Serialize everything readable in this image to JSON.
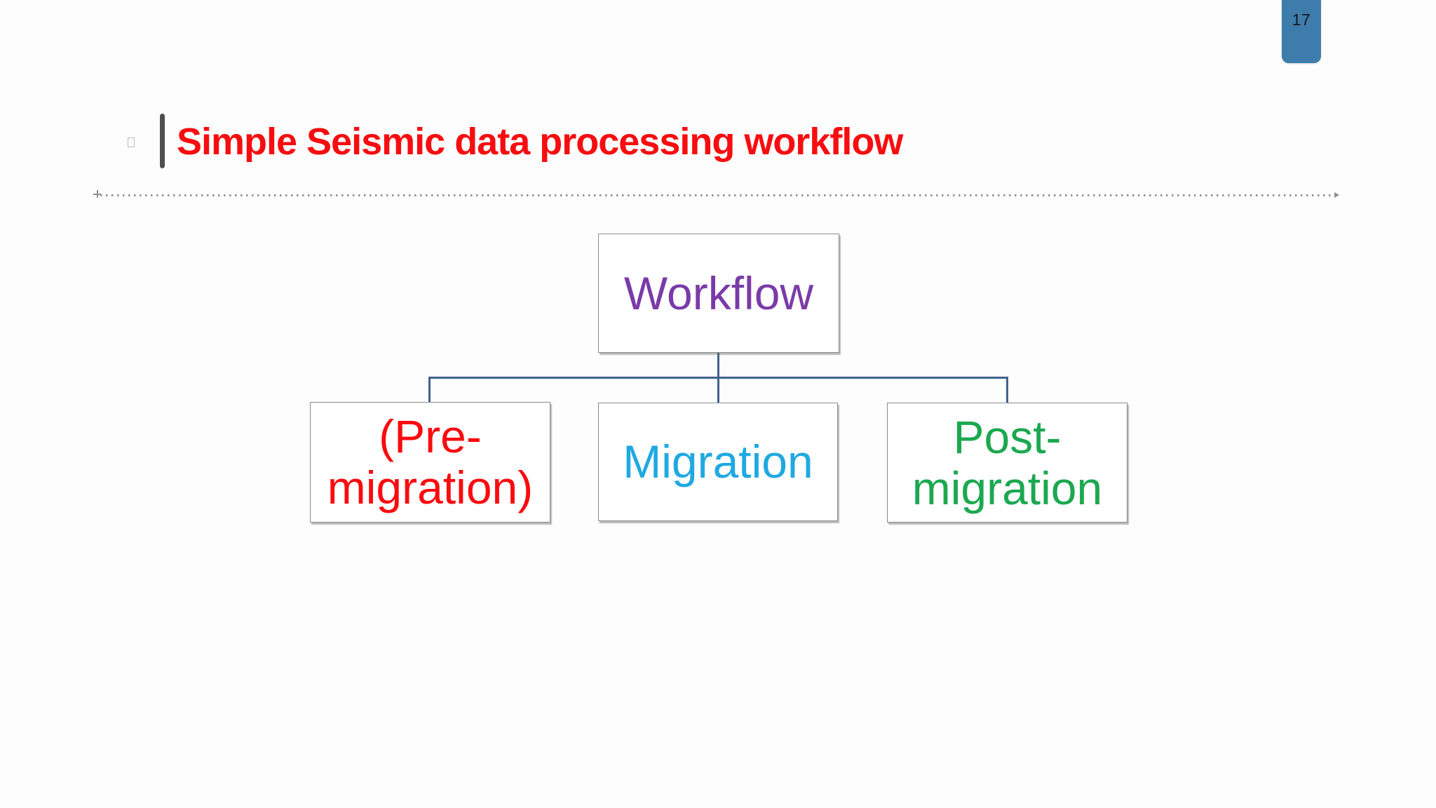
{
  "page": {
    "number_badge": "17"
  },
  "header": {
    "title": "Simple Seismic data processing workflow"
  },
  "diagram": {
    "type": "flowchart",
    "root": {
      "label": "Workflow",
      "text_color": "#7A3BA8"
    },
    "children": [
      {
        "lines": [
          "(Pre-",
          "migration)"
        ],
        "text_color": "#FA0B0F"
      },
      {
        "lines": [
          "Migration"
        ],
        "text_color": "#1FA9E2"
      },
      {
        "lines": [
          "Post-",
          "migration"
        ],
        "text_color": "#1CA850"
      }
    ],
    "connector_color": "#41628C",
    "box_border_color": "#8C8C8C",
    "box_fill_color": "#FFFFFF"
  },
  "decorations": {
    "title_color": "#F70D10",
    "accent_bar_color": "#4E4E4E",
    "tab_background": "#3D7CAB",
    "tab_text_color": "#15151B",
    "dotted_rule_color": "#96969B"
  }
}
